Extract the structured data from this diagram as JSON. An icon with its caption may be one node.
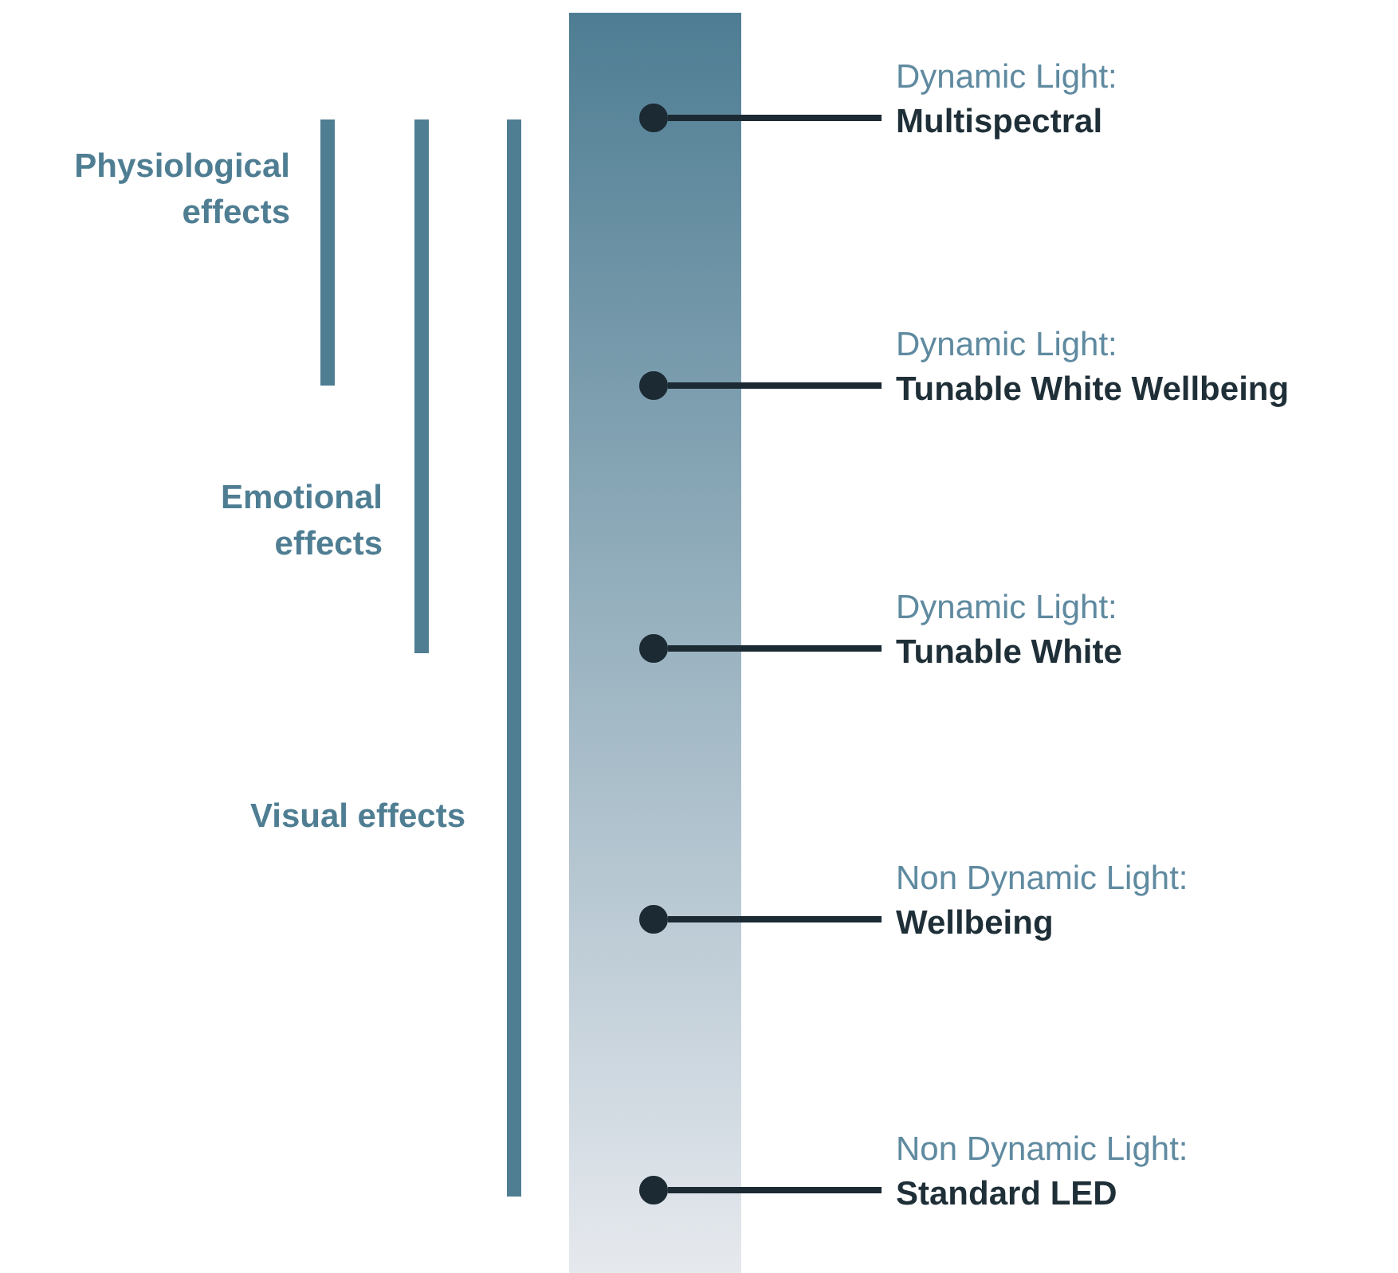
{
  "diagram": {
    "nodes": [
      {
        "text": [
          "Dynamic Light:",
          "Multispectral"
        ]
      },
      {
        "text": [
          "Dynamic Light:",
          "Tunable White Wellbeing"
        ]
      },
      {
        "text": [
          "Dynamic Light:",
          "Tunable White"
        ]
      },
      {
        "text": [
          "Non Dynamic Light:",
          "Wellbeing"
        ]
      },
      {
        "text": [
          "Non Dynamic Light:",
          "Standard LED"
        ]
      },
      {
        "text": [],
        "shape": "circle"
      },
      {
        "text": [],
        "shape": "circle"
      },
      {
        "text": [],
        "shape": "circle"
      },
      {
        "text": [],
        "shape": "circle"
      },
      {
        "text": [],
        "shape": "circle"
      }
    ],
    "edges": [
      {
        "from": 0,
        "to": 5,
        "arrow": "none"
      },
      {
        "from": 1,
        "to": 6,
        "arrow": "none"
      },
      {
        "from": 2,
        "to": 7,
        "arrow": "none"
      },
      {
        "from": 3,
        "to": 8,
        "arrow": "none"
      },
      {
        "from": 4,
        "to": 9,
        "arrow": "none"
      }
    ],
    "labels": [
      "Physiological effects",
      "Emotional effects",
      "Visual effects"
    ]
  }
}
